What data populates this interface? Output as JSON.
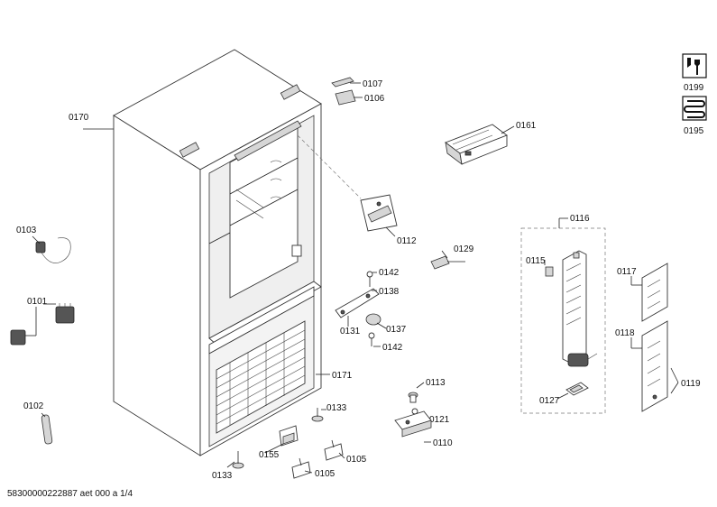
{
  "footer": {
    "document_id": "58300000222887 aet 000 a 1/4"
  },
  "parts": {
    "p0170": "0170",
    "p0107": "0107",
    "p0106": "0106",
    "p0161": "0161",
    "p0199": "0199",
    "p0195": "0195",
    "p0103": "0103",
    "p0112": "0112",
    "p0129": "0129",
    "p0116": "0116",
    "p0115": "0115",
    "p0117": "0117",
    "p0142a": "0142",
    "p0138": "0138",
    "p0101": "0101",
    "p0131": "0131",
    "p0137": "0137",
    "p0142b": "0142",
    "p0118": "0118",
    "p0171": "0171",
    "p0119": "0119",
    "p0113": "0113",
    "p0127": "0127",
    "p0102": "0102",
    "p0133a": "0133",
    "p0121": "0121",
    "p0110": "0110",
    "p0155": "0155",
    "p0105a": "0105",
    "p0133b": "0133",
    "p0105b": "0105"
  }
}
